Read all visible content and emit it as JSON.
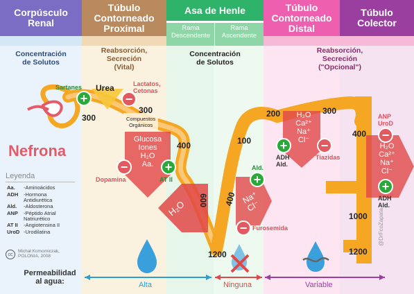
{
  "headers": {
    "renal": "Corpúsculo\nRenal",
    "proximal": "Túbulo\nContorneado\nProximal",
    "henle": "Asa de Henle",
    "distal": "Túbulo\nContorneado\nDistal",
    "collector": "Túbulo\nColector"
  },
  "henle_sub": {
    "descending": "Rama\nDescendente",
    "ascending": "Rama\nAscendente"
  },
  "concentration": {
    "renal": "Concentración\nde Solutos",
    "proximal": "Reabsorción,\nSecreción\n(Vital)",
    "henle": "Concentración\nde Solutos",
    "distal_collector": "Reabsorción,\nSecreción\n(\"Opcional\")"
  },
  "numbers": {
    "n300a": "300",
    "n300b": "300",
    "n400a": "400",
    "n600": "600",
    "n1200a": "1200",
    "n400b": "400",
    "n100": "100",
    "n200": "200",
    "n300c": "300",
    "n400c": "400",
    "n1000": "1000",
    "n1200b": "1200"
  },
  "labels": {
    "sartanes": "Sartanes",
    "urea": "Urea",
    "lactatos": "Lactatos,\nCetonas",
    "compuestos": "Compuestos\nOrgánicos",
    "glucosa": "Glucosa\nIones\nH₂O\nAa.",
    "dopamina": "Dopamina",
    "at2": "AT II",
    "h2o_henle": "H₂O",
    "nacl_henle": "Na⁺\nCl⁻",
    "ald_henle": "Ald.",
    "furosemida": "Furosemida",
    "distal_ions": "H₂O\nCa²⁺\nNa⁺\nCl⁻",
    "adh_ald": "ADH\nAld.",
    "tiazidas": "Tiazidas",
    "anp_urod": "ANP\nUroD",
    "collector_ions": "H₂O\nCa²⁺\nNa⁺\nCl⁻",
    "adh_ald2": "ADH\nAld.",
    "nefrona": "Nefrona"
  },
  "legend": {
    "title": "Leyenda",
    "items": [
      {
        "abbr": "Aa.",
        "text": "-Aminoácidos"
      },
      {
        "abbr": "ADH",
        "text": "-Hormona\nAntidiurética"
      },
      {
        "abbr": "Ald.",
        "text": "-Aldosterona"
      },
      {
        "abbr": "ANP",
        "text": "-Péptido Atrial\nNatriurético"
      },
      {
        "abbr": "AT II",
        "text": "-Angiotensina II"
      },
      {
        "abbr": "UroD",
        "text": "-Urodilatina"
      }
    ],
    "credit": "Michał Komorniczak,\nPOLONIA, 2008"
  },
  "permeability": {
    "label": "Permeabilidad\nal agua:",
    "alta": "Alta",
    "ninguna": "Ninguna",
    "variable": "Variable"
  },
  "watermark": "@DrFcoZapata",
  "colors": {
    "renal": "#7b6cc4",
    "proximal": "#b98a5e",
    "henle": "#2fb26a",
    "distal": "#ee5fb0",
    "collector": "#9a3fa0",
    "tubule": "#f5a623",
    "arrow": "#e04848",
    "plus": "#2aa83a",
    "minus": "#e05a60"
  }
}
